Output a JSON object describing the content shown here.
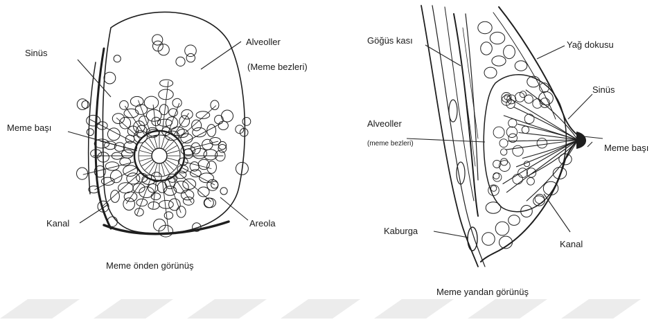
{
  "front_view": {
    "caption": "Meme önden görünüş",
    "labels": {
      "sinus": "Sinüs",
      "alveoller": "Alveoller",
      "meme_bezleri": "(Meme bezleri)",
      "meme_basi": "Meme başı",
      "kanal": "Kanal",
      "areola": "Areola"
    }
  },
  "side_view": {
    "caption": "Meme yandan görünüş",
    "labels": {
      "gogus_kasi": "Göğüs kası",
      "yag_dokusu": "Yağ dokusu",
      "sinus": "Sinüs",
      "alveoller": "Alveoller",
      "meme_bezleri": "(meme bezleri)",
      "meme_basi": "Meme başı",
      "kaburga": "Kaburga",
      "kanal": "Kanal"
    }
  }
}
